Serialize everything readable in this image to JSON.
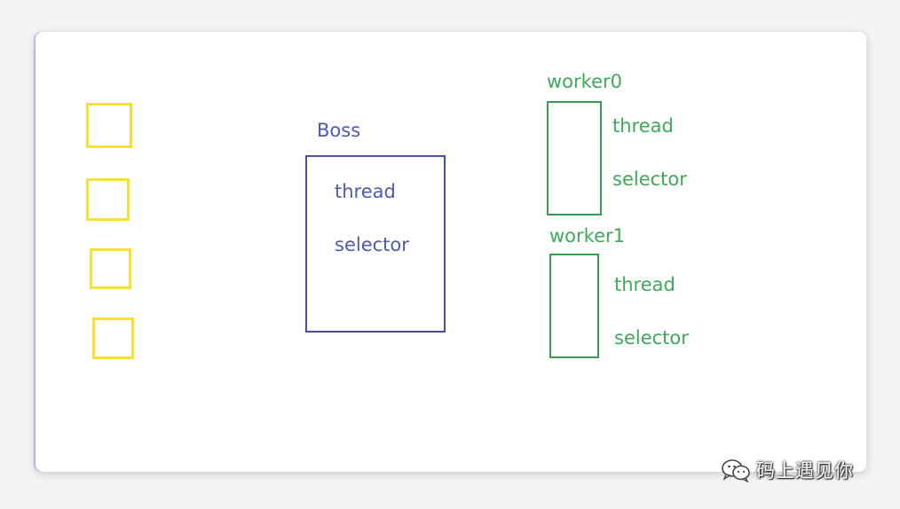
{
  "diagram": {
    "queue_boxes": [
      {
        "id": "conn-0"
      },
      {
        "id": "conn-1"
      },
      {
        "id": "conn-2"
      },
      {
        "id": "conn-3"
      }
    ],
    "boss": {
      "title": "Boss",
      "items": [
        "thread",
        "selector"
      ]
    },
    "workers": [
      {
        "title": "worker0",
        "items": [
          "thread",
          "selector"
        ]
      },
      {
        "title": "worker1",
        "items": [
          "thread",
          "selector"
        ]
      }
    ]
  },
  "watermark": {
    "icon": "wechat-icon",
    "text": "码上遇见你"
  },
  "colors": {
    "queue": "#f6e033",
    "boss": "#4450a8",
    "worker": "#3d9a55"
  }
}
